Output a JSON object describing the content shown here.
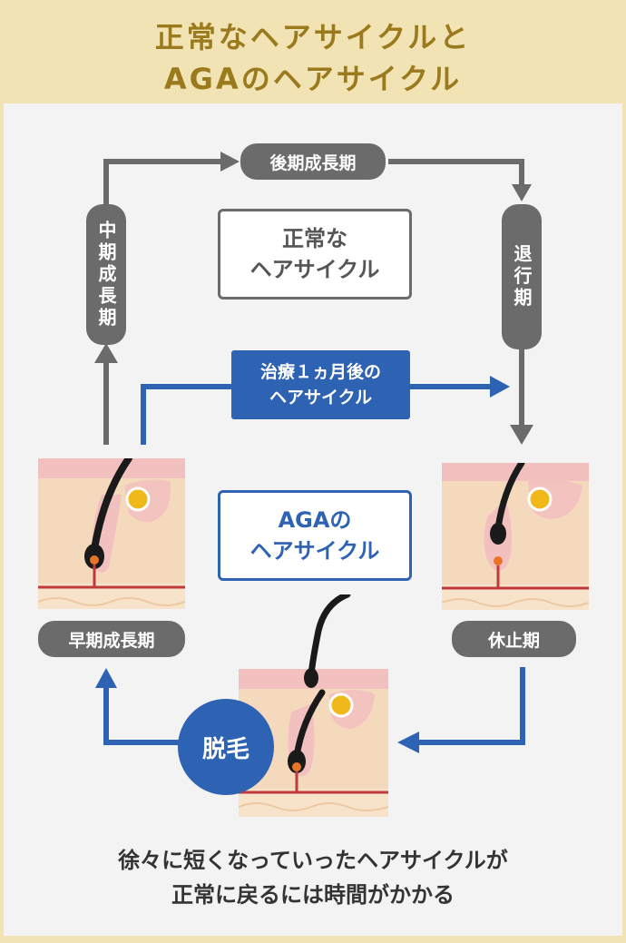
{
  "title": {
    "line1": "正常なヘアサイクルと",
    "line2": "AGAのヘアサイクル"
  },
  "stages": {
    "late_growth": "後期成長期",
    "mid_growth": "中期成長期",
    "regression": "退行期",
    "early_growth": "早期成長期",
    "resting": "休止期"
  },
  "labels": {
    "normal_cycle_line1": "正常な",
    "normal_cycle_line2": "ヘアサイクル",
    "aga_cycle_line1": "AGAの",
    "aga_cycle_line2": "ヘアサイクル",
    "treatment_line1": "治療１ヵ月後の",
    "treatment_line2": "ヘアサイクル",
    "hair_loss": "脱毛"
  },
  "caption": {
    "line1": "徐々に短くなっていったヘアサイクルが",
    "line2": "正常に戻るには時間がかかる"
  },
  "colors": {
    "header_bg": "#f2e3b4",
    "title_text": "#9a7a1c",
    "gray": "#6b6b6b",
    "blue": "#2e62b3",
    "skin": "#f5d9bc",
    "pink": "#f2c0bf",
    "vessel": "#c2393b",
    "gland": "#f0b81b"
  },
  "icons": [
    "skin-cross-section-illustration",
    "arrow-icon"
  ]
}
